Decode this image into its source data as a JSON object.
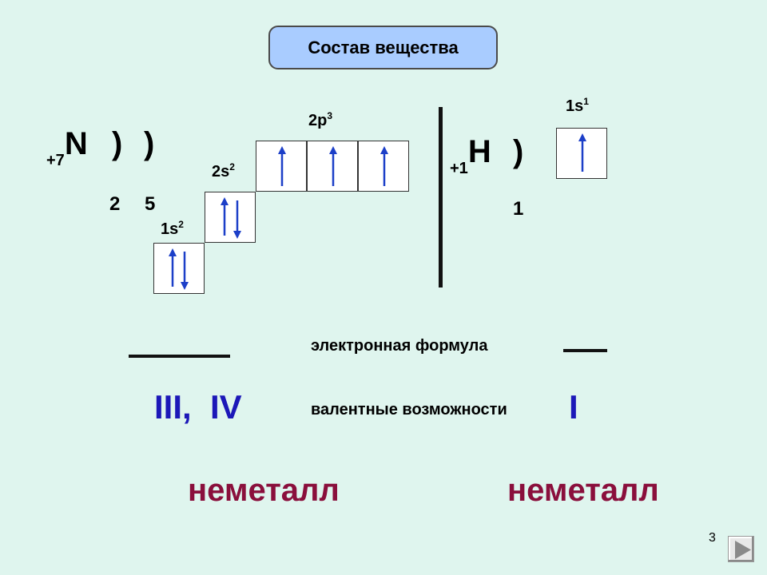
{
  "title": "Состав вещества",
  "nitrogen": {
    "charge": "+7",
    "symbol": "N",
    "bracket1": ")",
    "bracket2": ")",
    "shell1": "2",
    "shell2": "5",
    "orb_1s_main": "1s",
    "orb_1s_sup": "2",
    "orb_2s_main": "2s",
    "orb_2s_sup": "2",
    "orb_2p_main": "2p",
    "orb_2p_sup": "3",
    "valence": "III,  IV",
    "type": "неметалл"
  },
  "hydrogen": {
    "charge": "+1",
    "symbol": "H",
    "bracket1": ")",
    "shell1": "1",
    "orb_1s_main": "1s",
    "orb_1s_sup": "1",
    "valence": "I",
    "type": "неметалл"
  },
  "captions": {
    "formula": "электронная формула",
    "valence": "валентные возможности"
  },
  "page_number": "3",
  "colors": {
    "background": "#dff5ee",
    "title_box": "#a9ccff",
    "arrow": "#1c3fc8",
    "roman": "#1c18b8",
    "metal": "#8a0f3c"
  },
  "icons": {
    "next": "play-triangle-icon"
  }
}
